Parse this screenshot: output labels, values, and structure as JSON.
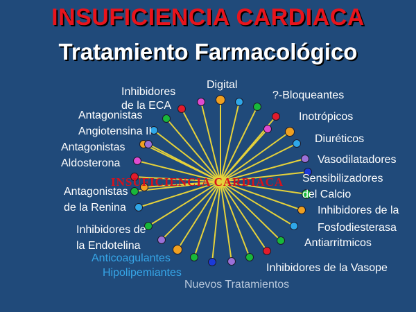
{
  "header": {
    "title": "INSUFICIENCIA  CARDIACA",
    "subtitle": "Tratamiento Farmacológico"
  },
  "center_label": "INSUFICIENCIA  CARDIACA",
  "labels": {
    "ieca": "Inhibidores\nde la ECA",
    "digital": "Digital",
    "bloqueantes": "?-Bloqueantes",
    "antag_angio": "Antagonistas\nAngiotensina II",
    "inotropicos": "Inotrópicos",
    "diureticos": "Diuréticos",
    "antag_aldo": "Antagonistas\nAldosterona",
    "vasodilatadores": "Vasodilatadores",
    "sensibilizadores": "Sensibilizadores\ndel Calcio",
    "antag_renina": "Antagonistas\nde la Renina",
    "fosfodiesterasa": "Inhibidores de la\nFosfodiesterasa",
    "endotelina": "Inhibidores de\nla Endotelina",
    "antiarritmicos": "Antiarritmicos",
    "anticoagulantes": "Anticoagulantes",
    "hipolipemiantes": "Hipolipemiantes",
    "vasopresina": "Inhibidores de la Vasope",
    "nuevos": "Nuevos Tratamientos"
  },
  "colors": {
    "background": "#204a7a",
    "spokes": "#e6d23a",
    "title": "#e8141c",
    "subtitle": "#ffffff",
    "center": "#d8101a",
    "label": "#ffffff",
    "label_blue": "#36a6e8",
    "label_grey": "#b8c8dc"
  },
  "nodes": [
    {
      "color": "#e21b2b"
    },
    {
      "color": "#e04bd0"
    },
    {
      "color": "#f0a020"
    },
    {
      "color": "#2fa7e8"
    },
    {
      "color": "#18b83a"
    },
    {
      "color": "#e21b2b"
    },
    {
      "color": "#e04bd0"
    },
    {
      "color": "#f0a020"
    },
    {
      "color": "#2fa7e8"
    },
    {
      "color": "#9b70d8"
    },
    {
      "color": "#1b3ad8"
    },
    {
      "color": "#18b83a"
    },
    {
      "color": "#f0a020"
    },
    {
      "color": "#2fa7e8"
    },
    {
      "color": "#18b83a"
    },
    {
      "color": "#e21b2b"
    },
    {
      "color": "#18b83a"
    },
    {
      "color": "#9b70d8"
    },
    {
      "color": "#1b3ad8"
    },
    {
      "color": "#18b83a"
    },
    {
      "color": "#f0a020"
    },
    {
      "color": "#9b70d8"
    },
    {
      "color": "#18b83a"
    },
    {
      "color": "#2fa7e8"
    },
    {
      "color": "#18b83a"
    },
    {
      "color": "#e21b2b"
    },
    {
      "color": "#e04bd0"
    },
    {
      "color": "#f0a020"
    },
    {
      "color": "#2fa7e8"
    },
    {
      "color": "#18b83a"
    },
    {
      "color": "#9b70d8"
    },
    {
      "color": "#f0a020"
    }
  ]
}
